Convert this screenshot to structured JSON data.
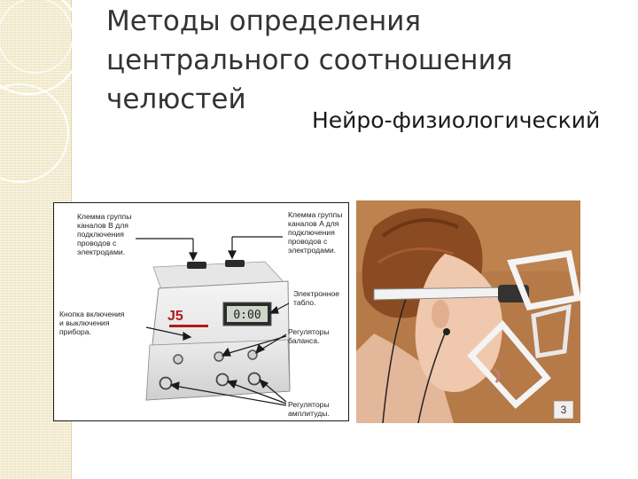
{
  "slide": {
    "title_lines": [
      "Методы определения",
      "центрального соотношения",
      "челюстей"
    ],
    "subtitle": "Нейро-физиологический",
    "page_number": "3"
  },
  "device_figure": {
    "display_value": "0:00",
    "labels": {
      "channel_b": [
        "Клемма группы",
        "каналов B для",
        "подключения",
        "проводов с",
        "электродами."
      ],
      "channel_a": [
        "Клемма группы",
        "каналов A для",
        "подключения",
        "проводов с",
        "электродами."
      ],
      "power": [
        "Кнопка включения",
        "и выключения",
        "прибора."
      ],
      "display": [
        "Электронное",
        "табло."
      ],
      "balance": [
        "Регуляторы",
        "баланса."
      ],
      "amplitude": [
        "Регуляторы",
        "амплитуды."
      ]
    }
  },
  "colors": {
    "accent_stripe": "#efe6c4",
    "title_text": "#333333"
  }
}
